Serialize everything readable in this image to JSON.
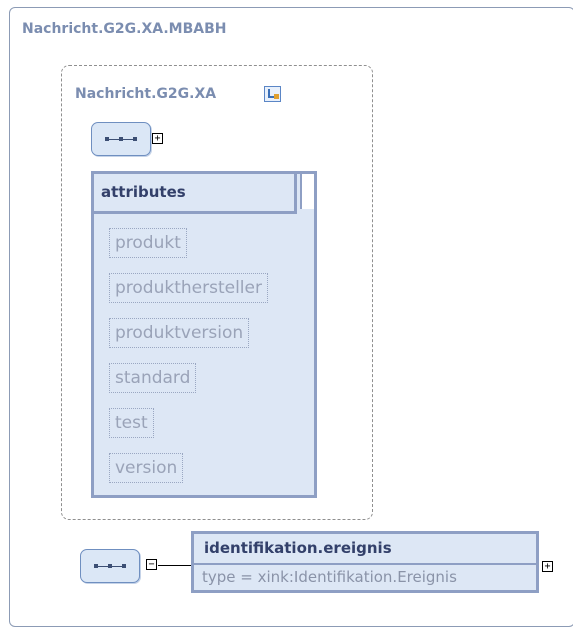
{
  "outer": {
    "title": "Nachricht.G2G.XA.MBABH"
  },
  "type_group": {
    "title": "Nachricht.G2G.XA",
    "icon": "complex-type-icon",
    "sequence_expand": "+"
  },
  "attributes": {
    "header": "attributes",
    "items": [
      "produkt",
      "produkthersteller",
      "produktversion",
      "standard",
      "test",
      "version"
    ]
  },
  "element": {
    "sequence_collapse": "−",
    "name": "identifikation.ereignis",
    "type": "type = xink:Identifikation.Ereignis",
    "expand": "+"
  },
  "colors": {
    "title": "#7b8db0",
    "panel_bg": "#dde7f5",
    "panel_border": "#8e9fc4",
    "bold_text": "#33406a"
  }
}
